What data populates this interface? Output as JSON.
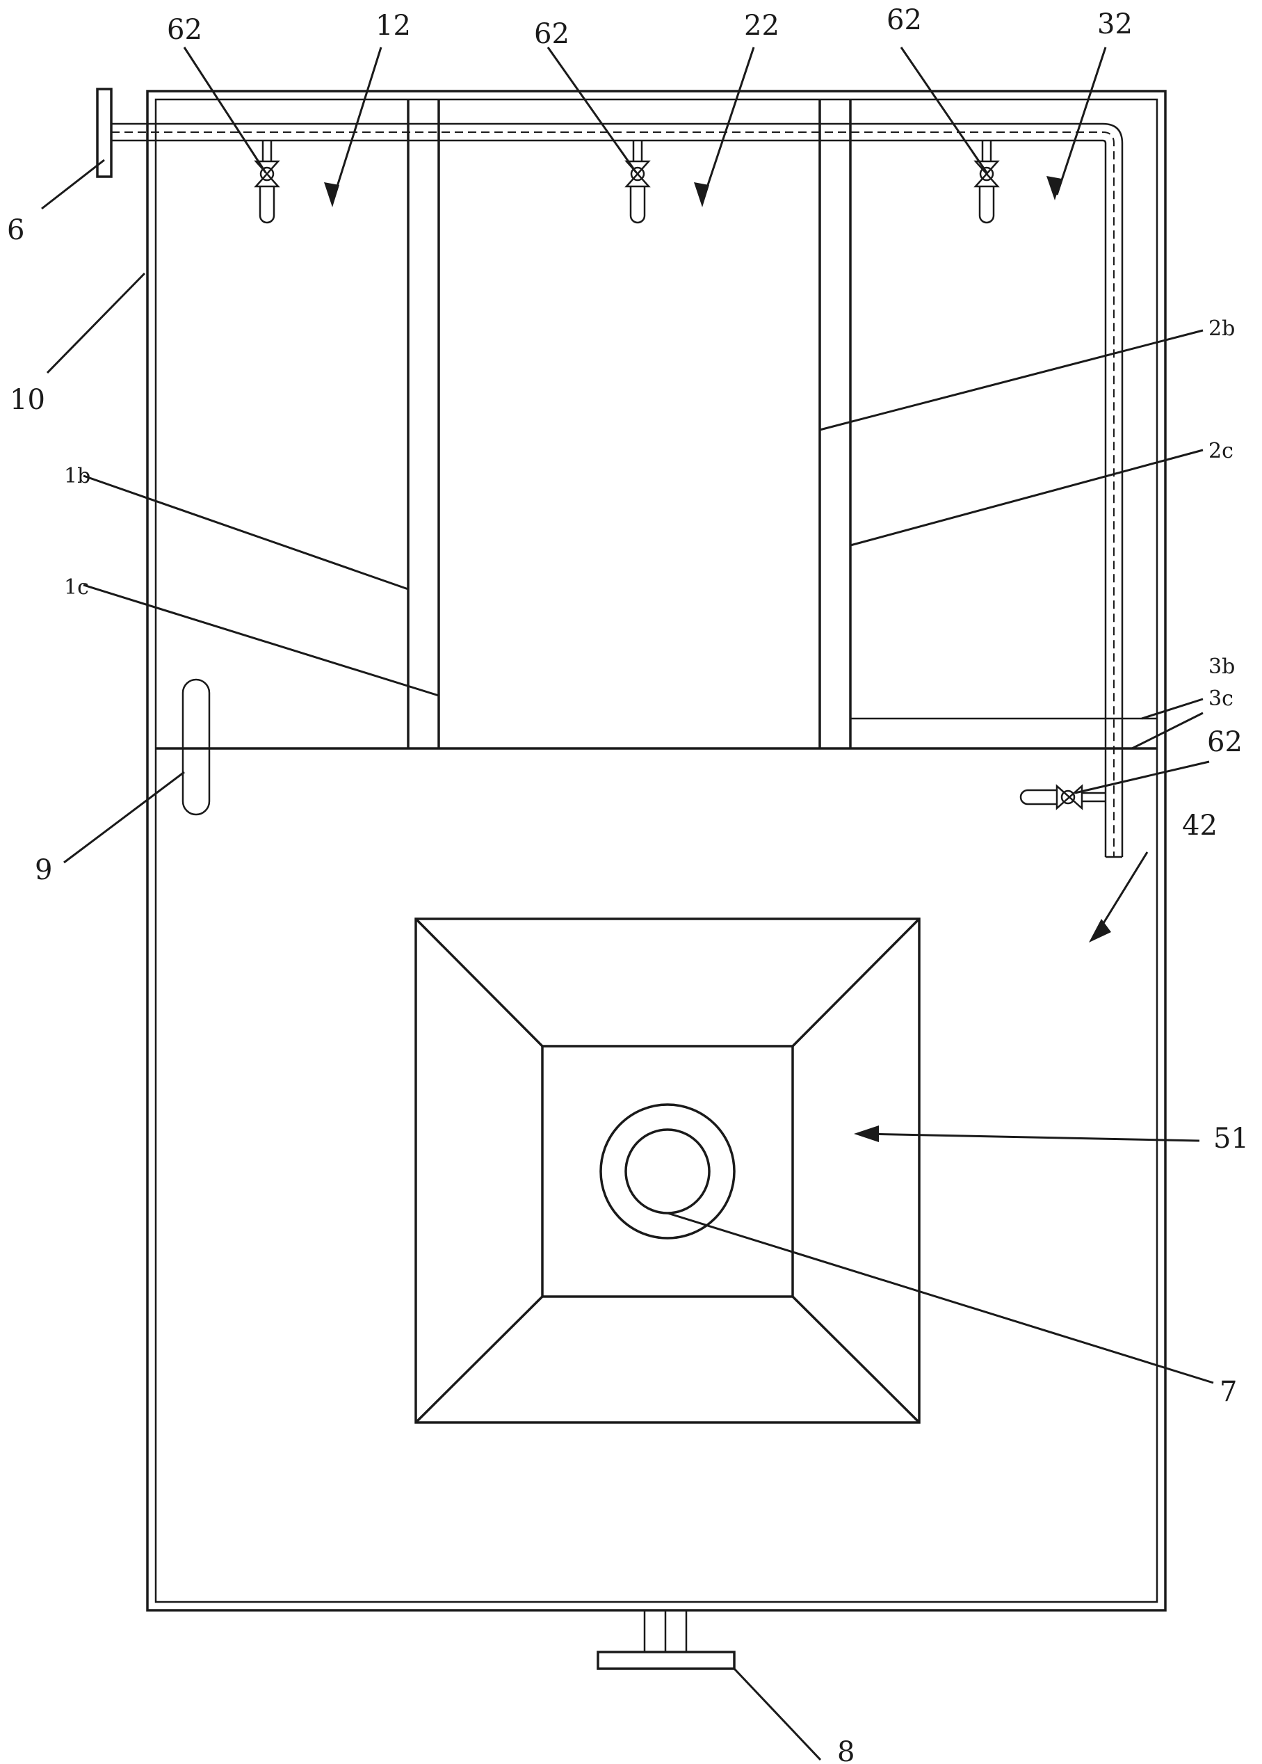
{
  "labels": {
    "pipe_handle": "6",
    "outer_wall": "10",
    "chamber_1": "12",
    "chamber_2": "22",
    "chamber_3": "32",
    "chamber_4": "42",
    "valve": "62",
    "partition_1b": "1b",
    "partition_1c": "1c",
    "partition_2b": "2b",
    "partition_2c": "2c",
    "partition_3b": "3b",
    "partition_3c": "3c",
    "sight_glass": "9",
    "hopper": "51",
    "outlet": "7",
    "base_outlet": "8"
  }
}
